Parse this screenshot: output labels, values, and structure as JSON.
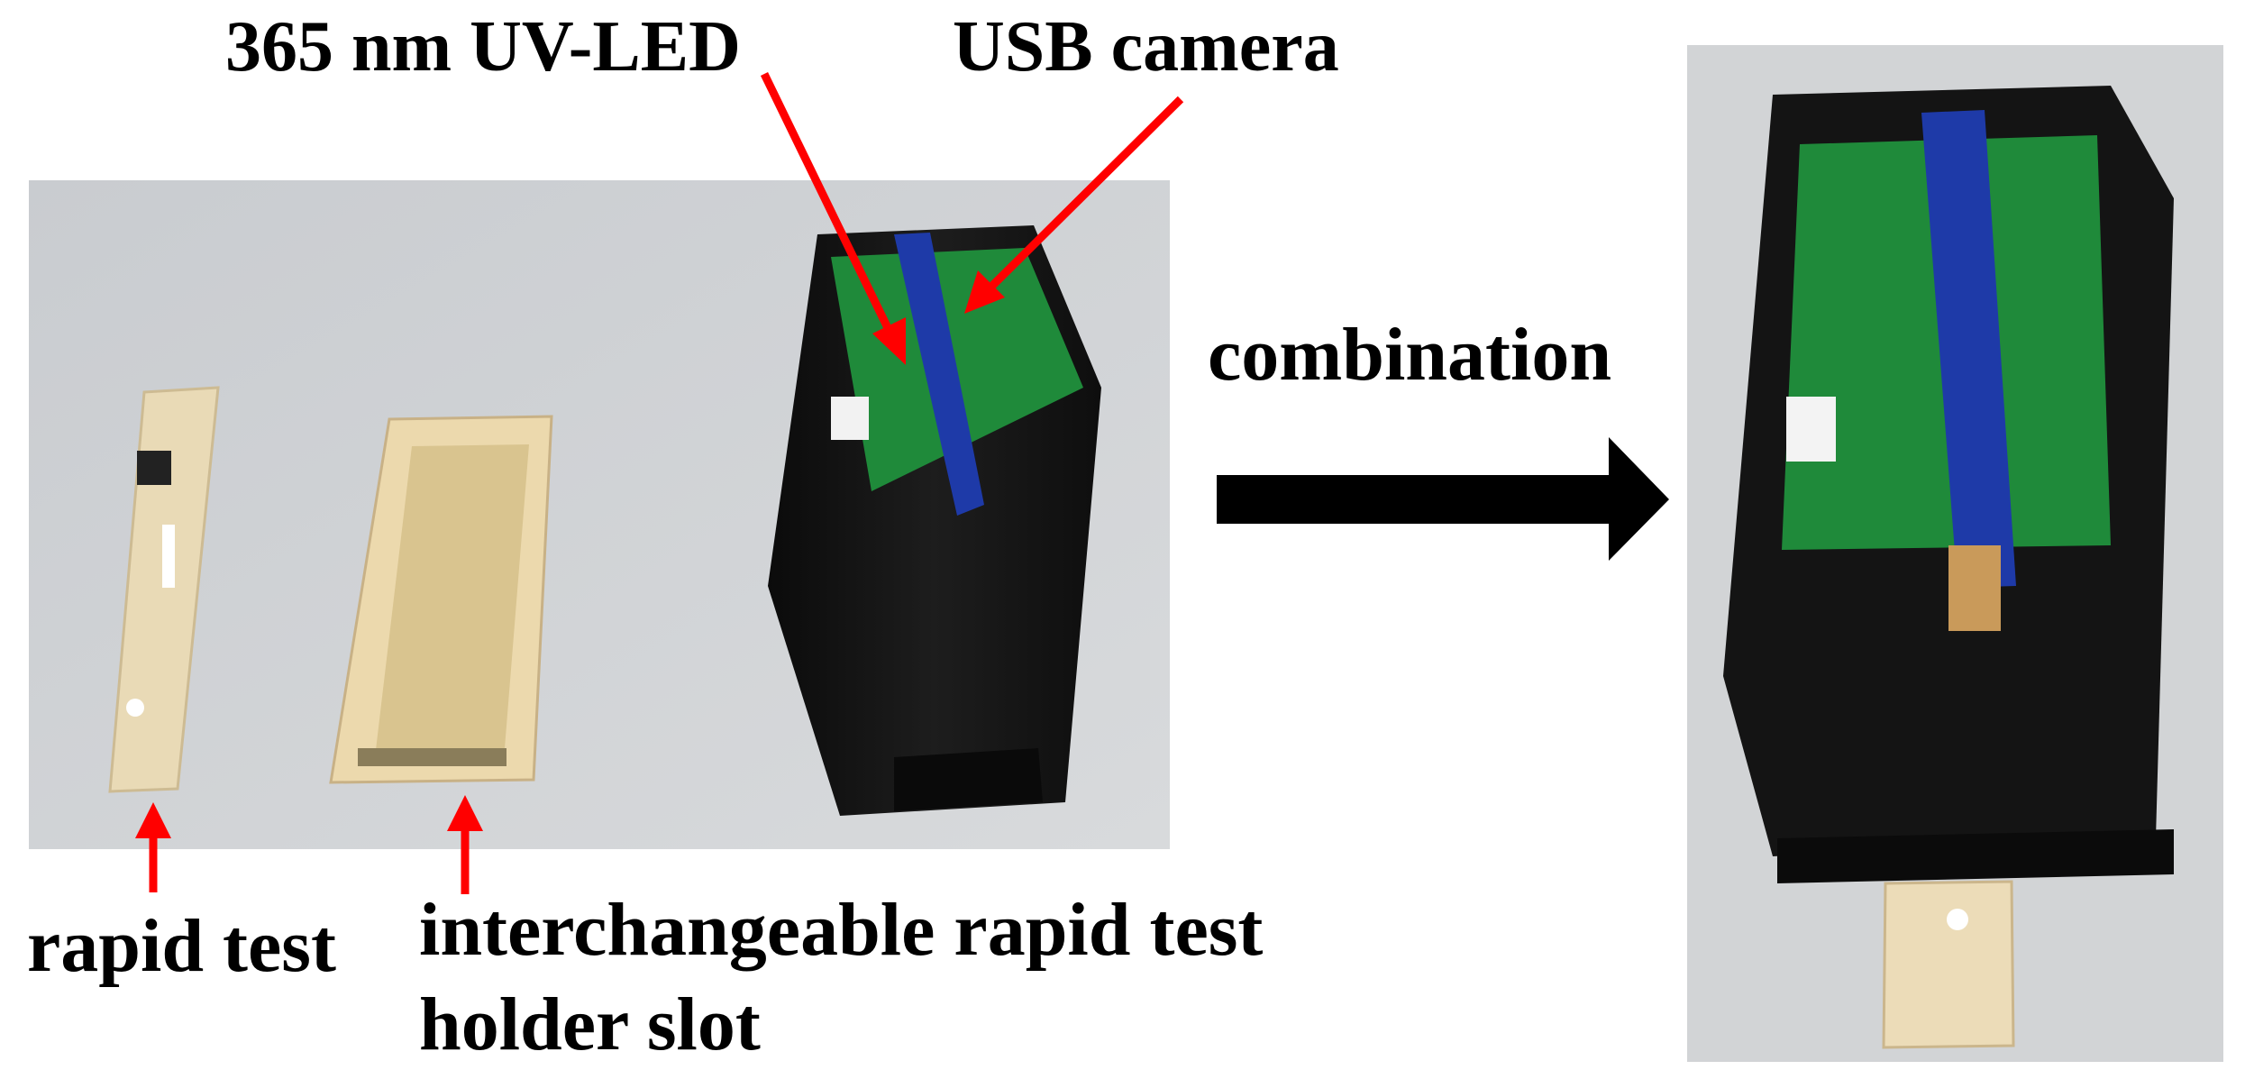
{
  "labels": {
    "uv_led": "365 nm UV-LED",
    "usb_camera": "USB camera",
    "combination": "combination",
    "rapid_test": "rapid test",
    "holder_slot_line1": "interchangeable rapid test",
    "holder_slot_line2": "holder slot"
  },
  "colors": {
    "arrow_red": "#ff0000",
    "arrow_black": "#000000",
    "pcb_green": "#1f8a3a",
    "camera_blue": "#1e3aa8",
    "housing_black": "#141414",
    "plastic_beige": "#ecdcb8"
  }
}
